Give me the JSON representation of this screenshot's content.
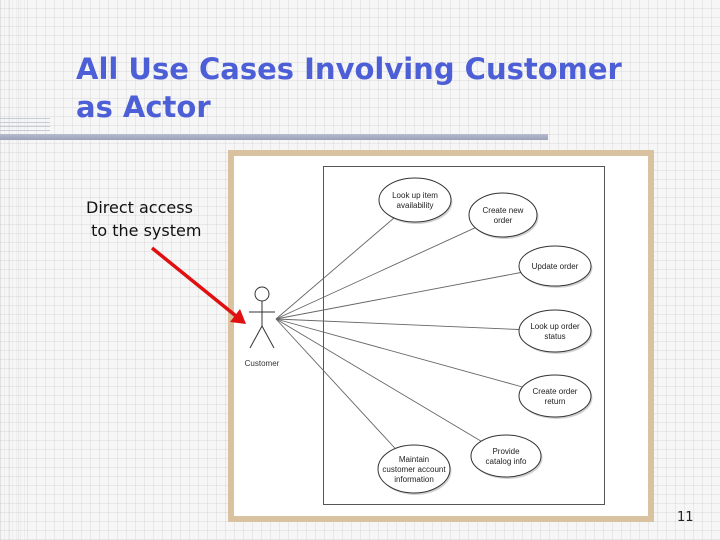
{
  "slide": {
    "title_line1": "All Use Cases Involving Customer",
    "title_line2": "as Actor",
    "callout_line1": "Direct access",
    "callout_line2": " to the system",
    "page_number": "11"
  },
  "diagram": {
    "actor": {
      "label": "Customer"
    },
    "use_cases": [
      {
        "id": "lookup-item",
        "lines": [
          "Look up item",
          "availability"
        ]
      },
      {
        "id": "create-order",
        "lines": [
          "Create new",
          "order"
        ]
      },
      {
        "id": "update-order",
        "lines": [
          "Update order"
        ]
      },
      {
        "id": "lookup-status",
        "lines": [
          "Look up order",
          "status"
        ]
      },
      {
        "id": "create-return",
        "lines": [
          "Create order",
          "return"
        ]
      },
      {
        "id": "catalog-info",
        "lines": [
          "Provide",
          "catalog info"
        ]
      },
      {
        "id": "maintain-account",
        "lines": [
          "Maintain",
          "customer account",
          "information"
        ]
      }
    ]
  },
  "colors": {
    "title": "#4d5fd6",
    "arrow": "#e01010",
    "frame": "#d8c29f",
    "ellipse_fill": "#ffffff",
    "ellipse_stroke": "#333333"
  }
}
